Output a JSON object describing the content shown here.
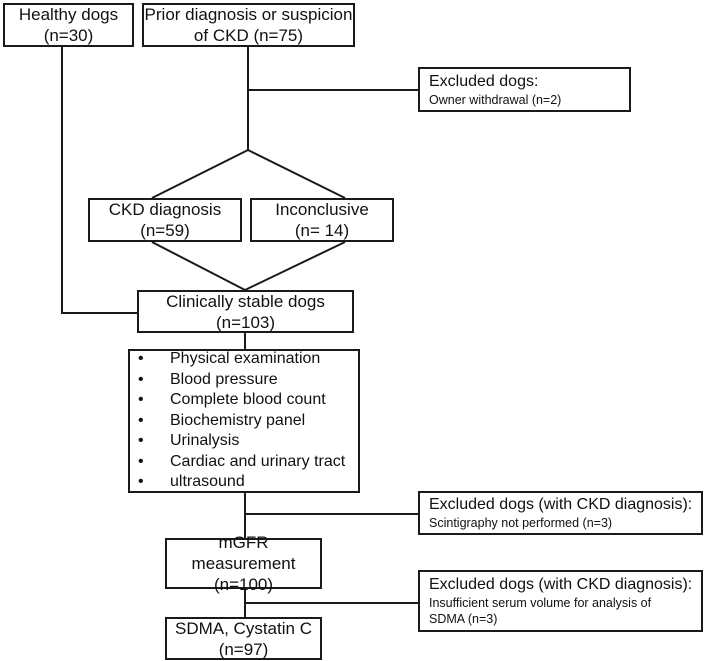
{
  "healthy": {
    "line1": "Healthy dogs",
    "line2": "(n=30)"
  },
  "prior": {
    "line1": "Prior diagnosis or suspicion",
    "line2": "of CKD (n=75)"
  },
  "excluded1": {
    "title": "Excluded dogs:",
    "detail": "Owner withdrawal (n=2)"
  },
  "ckd": {
    "line1": "CKD diagnosis",
    "line2": "(n=59)"
  },
  "inconclusive": {
    "line1": "Inconclusive",
    "line2": "(n= 14)"
  },
  "stable": {
    "line1": "Clinically stable dogs",
    "line2": "(n=103)"
  },
  "exams": {
    "items": [
      "Physical examination",
      "Blood pressure",
      "Complete blood count",
      "Biochemistry panel",
      "Urinalysis",
      "Cardiac and urinary tract",
      "ultrasound"
    ]
  },
  "excluded2": {
    "title": "Excluded dogs (with CKD diagnosis):",
    "detail": "Scintigraphy not performed (n=3)"
  },
  "mgfr": {
    "line1": "mGFR measurement",
    "line2": "(n=100)"
  },
  "excluded3": {
    "title": "Excluded dogs (with CKD diagnosis):",
    "detail1": "Insufficient serum volume for analysis of",
    "detail2": "SDMA (n=3)"
  },
  "sdma": {
    "line1": "SDMA, Cystatin C",
    "line2": "(n=97)"
  }
}
